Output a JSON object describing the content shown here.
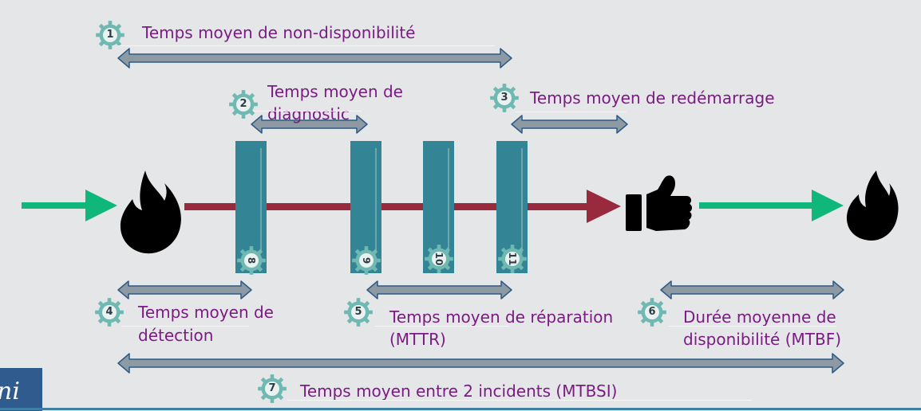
{
  "labels": {
    "l1": "Temps moyen de non-disponibilité",
    "l2a": "Temps moyen de",
    "l2b": "diagnostic",
    "l3": "Temps moyen de redémarrage",
    "l4a": "Temps moyen de",
    "l4b": "détection",
    "l5a": "Temps moyen de réparation",
    "l5b": "(MTTR)",
    "l6a": "Durée moyenne de",
    "l6b": "disponibilité (MTBF)",
    "l7": "Temps moyen entre 2 incidents (MTBSI)"
  },
  "gear_numbers": {
    "g1": "1",
    "g2": "2",
    "g3": "3",
    "g4": "4",
    "g5": "5",
    "g6": "6",
    "g7": "7",
    "g8": "8",
    "g9": "9",
    "g10": "10",
    "g11": "11"
  },
  "logo_text": "ni",
  "colors": {
    "label": "#7b1b84",
    "green_arrow": "#0fb87a",
    "red_arrow": "#992a3d",
    "bar": "#338596",
    "double_arrow_fill": "#8e9aa3",
    "double_arrow_stroke": "#2d5a86",
    "gear": "#6fb9b2"
  },
  "icons": [
    "flame-icon",
    "thumbs-up-icon",
    "gear-icon"
  ]
}
